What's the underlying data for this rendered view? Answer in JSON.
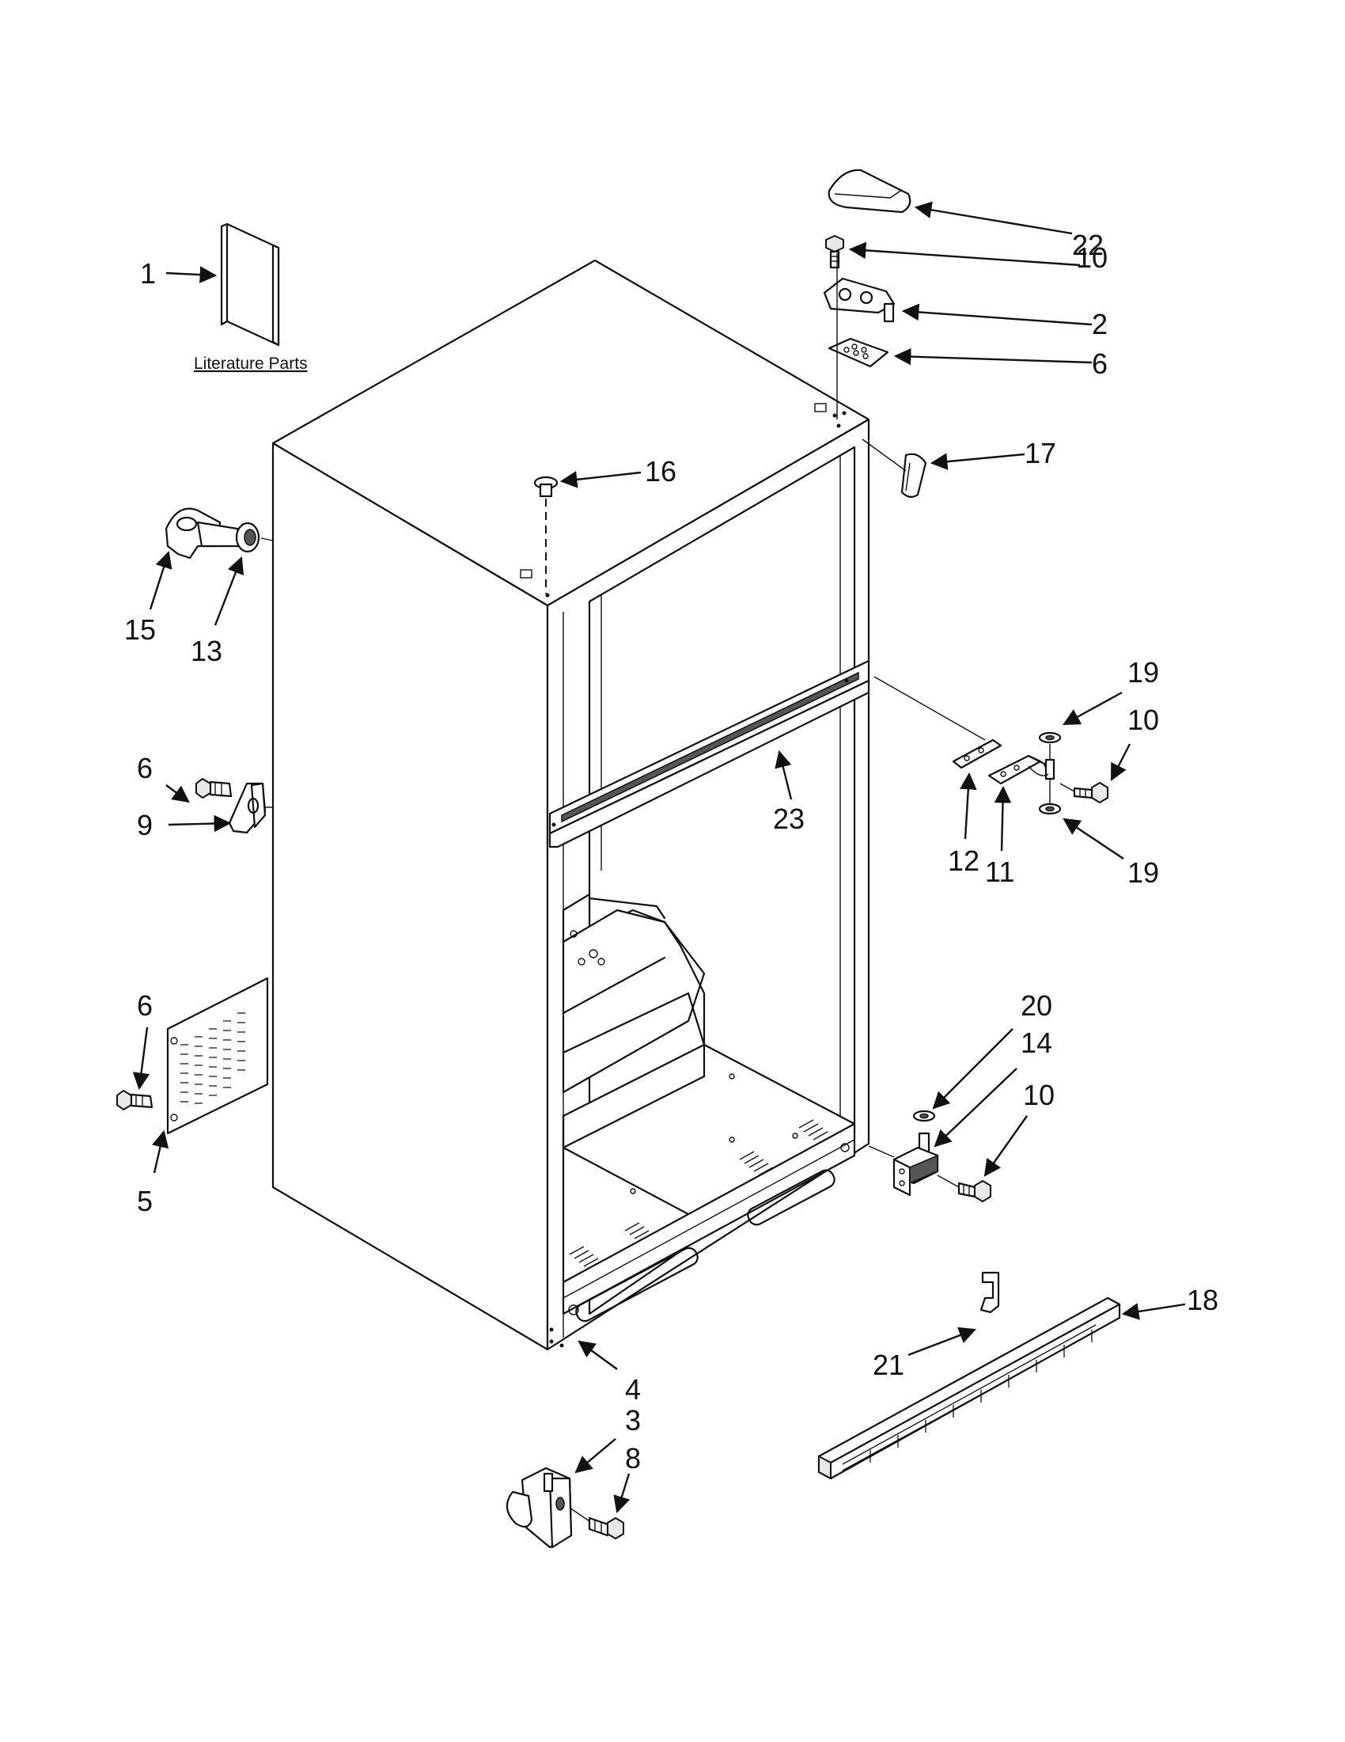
{
  "diagram": {
    "literature_label": "Literature Parts",
    "callouts": {
      "c1": "1",
      "c22": "22",
      "c10a": "10",
      "c2": "2",
      "c6a": "6",
      "c17": "17",
      "c16": "16",
      "c15": "15",
      "c13": "13",
      "c6b": "6",
      "c9": "9",
      "c19a": "19",
      "c10b": "10",
      "c12": "12",
      "c11": "11",
      "c19b": "19",
      "c23": "23",
      "c6c": "6",
      "c5": "5",
      "c20": "20",
      "c14": "14",
      "c10c": "10",
      "c18": "18",
      "c21": "21",
      "c4": "4",
      "c3": "3",
      "c8": "8"
    }
  }
}
